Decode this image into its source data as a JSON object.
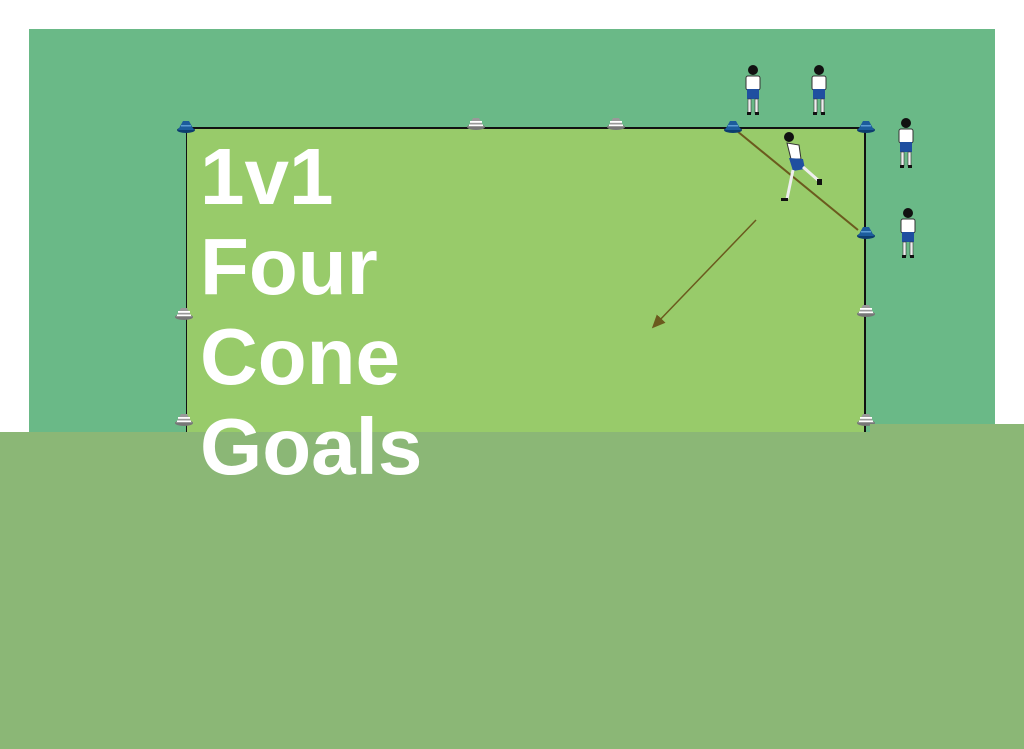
{
  "diagram": {
    "title_lines": [
      "1v1",
      "Four",
      "Cone",
      "Goals"
    ],
    "colors": {
      "outer_field": "#6ab987",
      "grid_area": "#98cb6a",
      "overlay": "#8bb776",
      "cone_blue": "#1c5c9c",
      "cone_white": "#e8e8e8",
      "path_line": "#6b5a1e",
      "shorts": "#1f4fa0"
    },
    "icons": [
      "player-standing-icon",
      "player-running-icon",
      "cone-icon"
    ]
  }
}
